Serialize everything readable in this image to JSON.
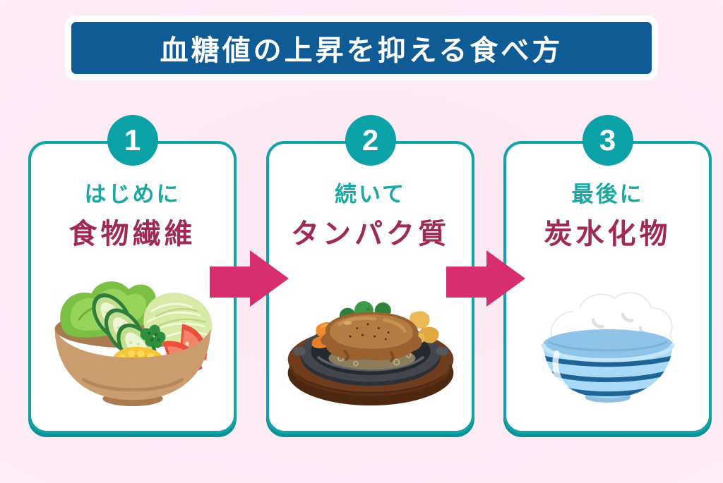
{
  "title": "血糖値の上昇を抑える食べ方",
  "colors": {
    "banner_blue": "#0f5b95",
    "teal": "#0aa1a7",
    "card_border_teal": "#12a3a6",
    "timing_teal": "#1ba8a2",
    "food_maroon": "#9e2a55",
    "arrow_pink": "#d62e6e",
    "background_pink": "#fdf1f8",
    "card_white": "#ffffff"
  },
  "steps": [
    {
      "number": "1",
      "timing": "はじめに",
      "food": "食物繊維",
      "illustration": "salad-bowl"
    },
    {
      "number": "2",
      "timing": "続いて",
      "food": "タンパク質",
      "illustration": "hamburger-steak"
    },
    {
      "number": "3",
      "timing": "最後に",
      "food": "炭水化物",
      "illustration": "rice-bowl"
    }
  ],
  "arrows": [
    {
      "icon": "arrow-right"
    },
    {
      "icon": "arrow-right"
    }
  ]
}
